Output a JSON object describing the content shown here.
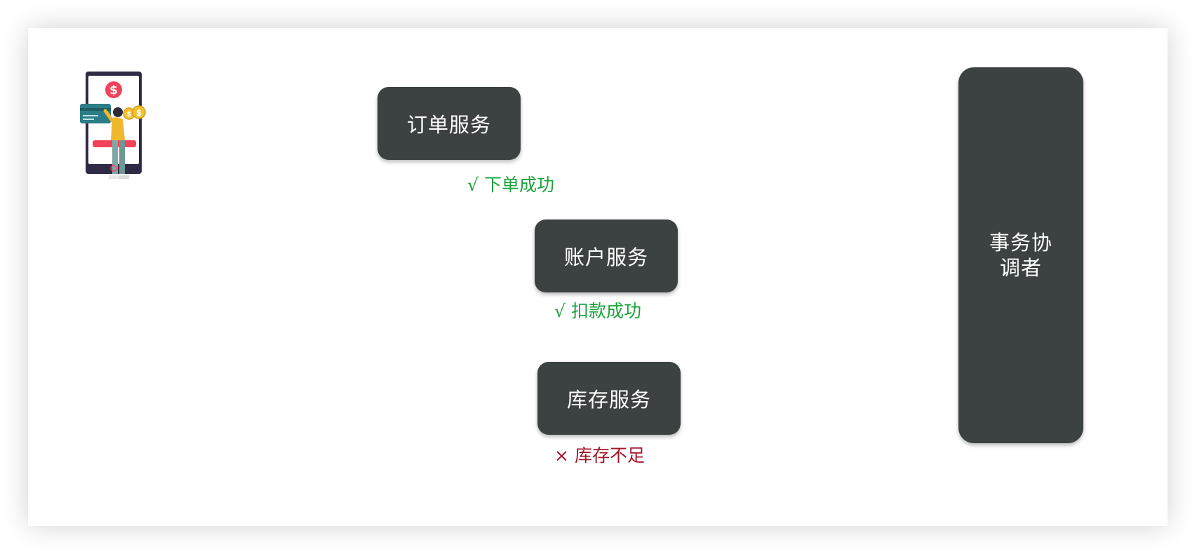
{
  "nodes": {
    "order": "订单服务",
    "account": "账户服务",
    "inventory": "库存服务",
    "coordinator": "事务协调者"
  },
  "statuses": {
    "order": {
      "mark": "√",
      "text": "下单成功"
    },
    "account": {
      "mark": "√",
      "text": "扣款成功"
    },
    "inventory": {
      "mark": "×",
      "text": "库存不足"
    }
  },
  "colors": {
    "node_fill": "#3b4241",
    "success": "#1aa33b",
    "failure": "#a3162a",
    "phone_frame": "#2f2a45",
    "coin": "#f2c230",
    "alert": "#f2435a"
  },
  "icons": {
    "user": "person-paying-on-phone-icon"
  }
}
